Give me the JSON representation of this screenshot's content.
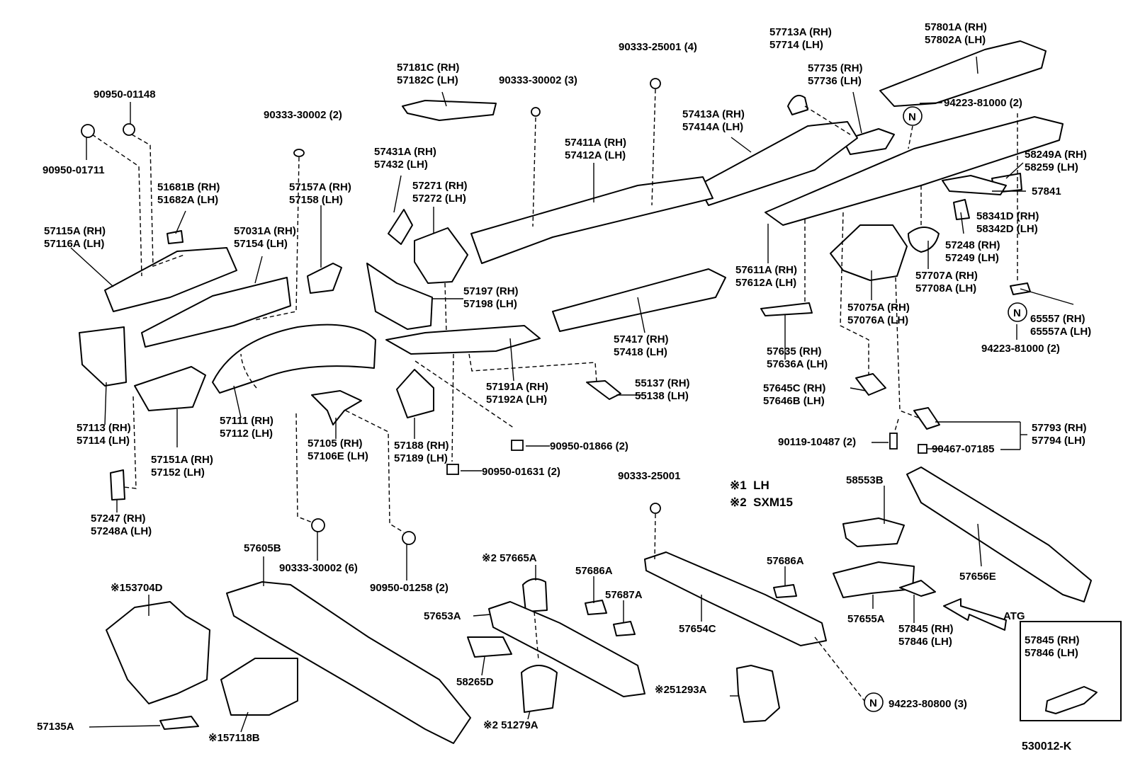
{
  "diagram_id": "530012-K",
  "legend": [
    {
      "mark": "※1",
      "text": "LH"
    },
    {
      "mark": "※2",
      "text": "SXM15"
    }
  ],
  "atg_box": {
    "title": "ATG",
    "lines": [
      "57845 (RH)",
      "57846 (LH)"
    ]
  },
  "n_mark": "N",
  "labels": {
    "l01": [
      "90950-01148"
    ],
    "l02": [
      "90950-01711"
    ],
    "l03": [
      "90333-30002 (2)"
    ],
    "l04": [
      "51681B (RH)",
      "51682A (LH)"
    ],
    "l05": [
      "57157A (RH)",
      "57158  (LH)"
    ],
    "l06": [
      "57115A (RH)",
      "57116A (LH)"
    ],
    "l07": [
      "57031A (RH)",
      "57154   (LH)"
    ],
    "l08": [
      "57181C (RH)",
      "57182C (LH)"
    ],
    "l09": [
      "90333-30002 (3)"
    ],
    "l10": [
      "57431A (RH)",
      "57432   (LH)"
    ],
    "l11": [
      "57271 (RH)",
      "57272 (LH)"
    ],
    "l12": [
      "90333-25001 (4)"
    ],
    "l13": [
      "57411A (RH)",
      "57412A (LH)"
    ],
    "l14": [
      "57413A (RH)",
      "57414A (LH)"
    ],
    "l15": [
      "57713A (RH)",
      "57714   (LH)"
    ],
    "l16": [
      "57735 (RH)",
      "57736 (LH)"
    ],
    "l17": [
      "57801A (RH)",
      "57802A (LH)"
    ],
    "l18": [
      "94223-81000 (2)"
    ],
    "l19": [
      "58249A (RH)",
      "58259    (LH)"
    ],
    "l20": [
      "57841"
    ],
    "l21": [
      "58341D (RH)",
      "58342D (LH)"
    ],
    "l22": [
      "57248 (RH)",
      "57249 (LH)"
    ],
    "l23": [
      "57707A (RH)",
      "57708A (LH)"
    ],
    "l24": [
      "65557   (RH)",
      "65557A (LH)"
    ],
    "l25": [
      "94223-81000 (2)"
    ],
    "l26": [
      "57611A (RH)",
      "57612A (LH)"
    ],
    "l27": [
      "57075A (RH)",
      "57076A (LH)"
    ],
    "l28": [
      "57635   (RH)",
      "57636A (LH)"
    ],
    "l29": [
      "57645C (RH)",
      "57646B (LH)"
    ],
    "l30": [
      "90119-10487 (2)"
    ],
    "l31": [
      "90467-07185"
    ],
    "l32": [
      "57793 (RH)",
      "57794 (LH)"
    ],
    "l33": [
      "57197 (RH)",
      "57198 (LH)"
    ],
    "l34": [
      "57417 (RH)",
      "57418 (LH)"
    ],
    "l35": [
      "55137 (RH)",
      "55138 (LH)"
    ],
    "l36": [
      "57191A (RH)",
      "57192A (LH)"
    ],
    "l37": [
      "57113 (RH)",
      "57114 (LH)"
    ],
    "l38": [
      "57151A (RH)",
      "57152   (LH)"
    ],
    "l39": [
      "57111 (RH)",
      "57112 (LH)"
    ],
    "l40": [
      "57105   (RH)",
      "57106E (LH)"
    ],
    "l41": [
      "57188 (RH)",
      "57189 (LH)"
    ],
    "l42": [
      "90950-01866 (2)"
    ],
    "l43": [
      "90950-01631 (2)"
    ],
    "l44": [
      "57247   (RH)",
      "57248A (LH)"
    ],
    "l45": [
      "90333-30002 (6)"
    ],
    "l46": [
      "90950-01258 (2)"
    ],
    "l47": [
      "57605B"
    ],
    "l48": [
      "※153704D"
    ],
    "l49": [
      "57135A"
    ],
    "l50": [
      "※157118B"
    ],
    "l51": [
      "※2 57665A"
    ],
    "l52": [
      "57686A"
    ],
    "l53": [
      "57687A"
    ],
    "l54": [
      "57653A"
    ],
    "l55": [
      "58265D"
    ],
    "l56": [
      "※2  51279A"
    ],
    "l57": [
      "90333-25001"
    ],
    "l58": [
      "57654C"
    ],
    "l59": [
      "※251293A"
    ],
    "l60": [
      "57686A"
    ],
    "l61": [
      "94223-80800 (3)"
    ],
    "l62": [
      "58553B"
    ],
    "l63": [
      "57656E"
    ],
    "l64": [
      "57655A"
    ],
    "l65": [
      "57845 (RH)",
      "57846 (LH)"
    ]
  }
}
